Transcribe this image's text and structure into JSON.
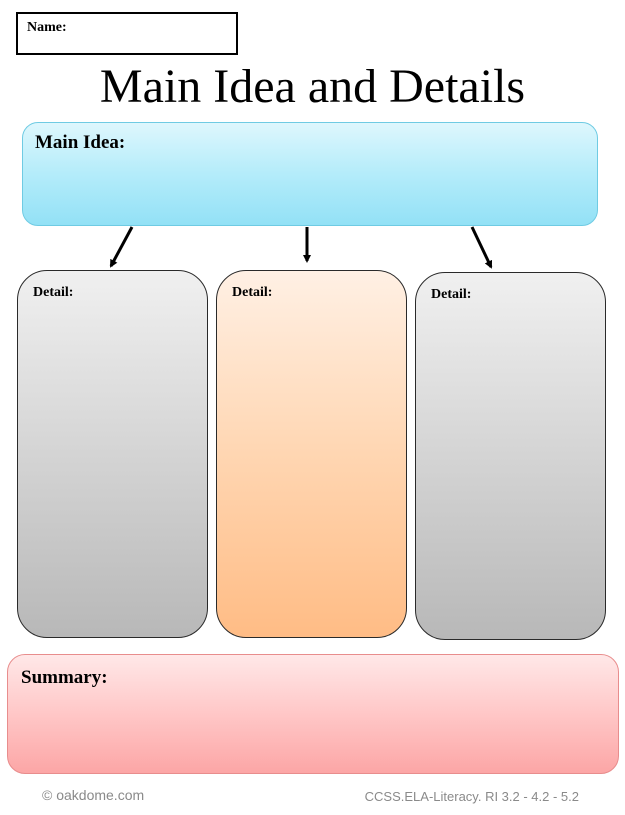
{
  "name_field": {
    "label": "Name:",
    "value": ""
  },
  "title": "Main Idea and Details",
  "main_idea": {
    "label": "Main Idea:",
    "color": "#b4ecfa"
  },
  "details": [
    {
      "label": "Detail:",
      "color": "#d4d4d4"
    },
    {
      "label": "Detail:",
      "color": "#ffd6b2"
    },
    {
      "label": "Detail:",
      "color": "#d4d4d4"
    }
  ],
  "summary": {
    "label": "Summary:",
    "color": "#ffc7c7"
  },
  "footer": {
    "copyright": "© oakdome.com",
    "standards": "CCSS.ELA-Literacy. RI 3.2 - 4.2 - 5.2"
  }
}
